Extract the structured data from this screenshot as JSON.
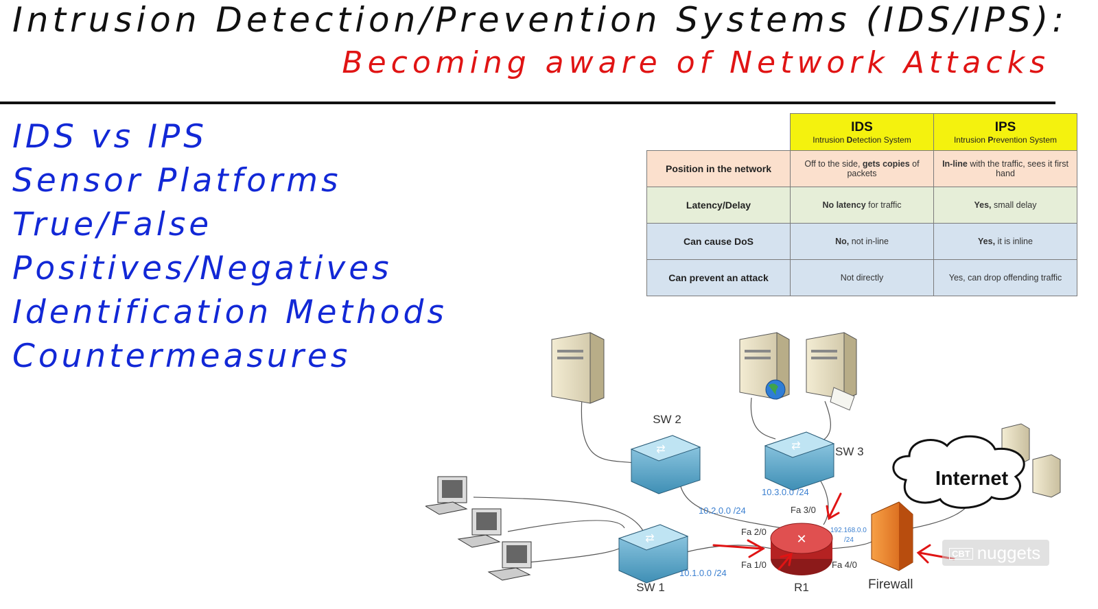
{
  "title": "Intrusion Detection/Prevention Systems (IDS/IPS):",
  "subtitle": "Becoming aware of Network Attacks",
  "topics": [
    "IDS vs IPS",
    "Sensor Platforms",
    "True/False",
    "Positives/Negatives",
    "Identification Methods",
    "Countermeasures"
  ],
  "table": {
    "ids_title": "IDS",
    "ids_prefix": "Intrusion ",
    "ids_bold": "D",
    "ids_rest": "etection System",
    "ips_title": "IPS",
    "ips_prefix": "Intrusion ",
    "ips_bold": "P",
    "ips_rest": "revention System",
    "rows": [
      {
        "label": "Position in the network",
        "ids_a": "Off to the side, ",
        "ids_b": "gets copies",
        "ids_c": " of packets",
        "ips_b": "In-line",
        "ips_c": " with the traffic, sees it first hand"
      },
      {
        "label": "Latency/Delay",
        "ids_b": "No latency",
        "ids_c": " for traffic",
        "ips_b": "Yes,",
        "ips_c": " small delay"
      },
      {
        "label": "Can cause DoS",
        "ids_b": "No,",
        "ids_c": " not in-line",
        "ips_b": "Yes,",
        "ips_c": " it is inline"
      },
      {
        "label": "Can prevent an attack",
        "ids_c": "Not directly",
        "ips_c": "Yes, can drop offending traffic"
      }
    ]
  },
  "network": {
    "sw1": "SW 1",
    "sw2": "SW 2",
    "sw3": "SW 3",
    "r1": "R1",
    "firewall": "Firewall",
    "internet": "Internet",
    "net1": "10.1.0.0 /24",
    "net2": "10.2.0.0 /24",
    "net3": "10.3.0.0 /24",
    "net4a": "192.168.0.0",
    "net4b": "/24",
    "fa1": "Fa 1/0",
    "fa2": "Fa 2/0",
    "fa3": "Fa 3/0",
    "fa4": "Fa 4/0"
  },
  "watermark": {
    "badge": "CBT",
    "text": "nuggets"
  },
  "colors": {
    "title": "#111111",
    "subtitle": "#e01414",
    "topics": "#1228d6",
    "header_yellow": "#f4f20e",
    "annotation_red": "#e01414",
    "link_blue": "#3a7fd0"
  }
}
